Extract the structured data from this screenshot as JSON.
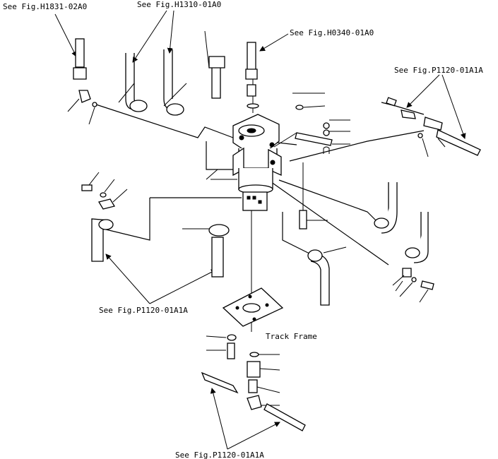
{
  "references": {
    "top_left": "See Fig.H1831-02A0",
    "top_center": "See Fig.H1310-01A0",
    "top_right_upper": "See Fig.H0340-01A0",
    "right": "See Fig.P1120-01A1A",
    "lower_left": "See Fig.P1120-01A1A",
    "bottom": "See Fig.P1120-01A1A"
  },
  "labels": {
    "track_frame": "Track Frame"
  }
}
